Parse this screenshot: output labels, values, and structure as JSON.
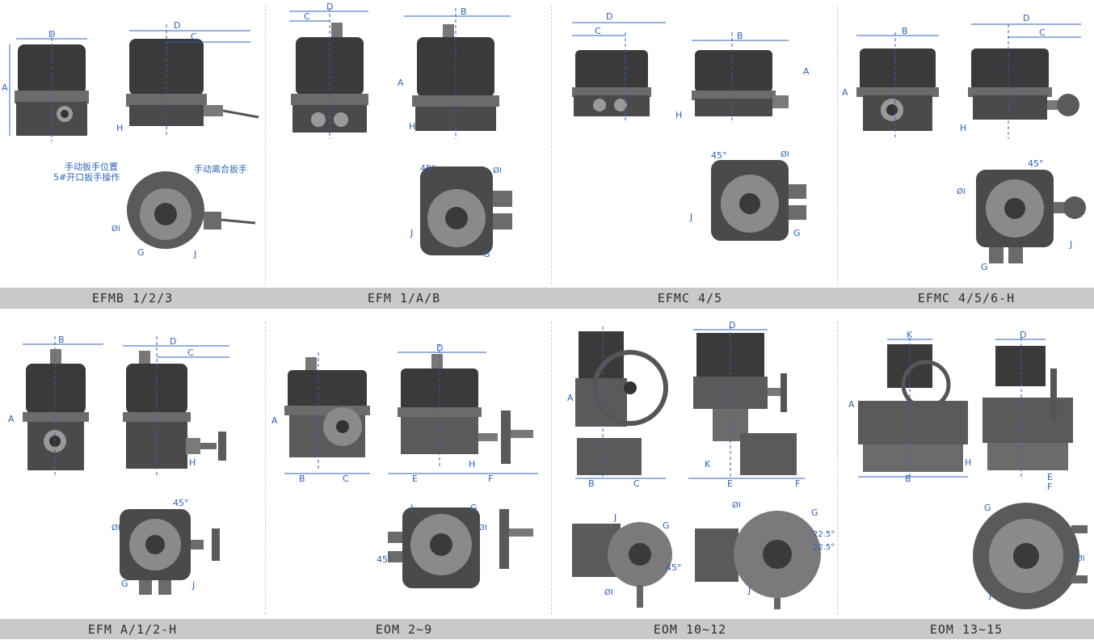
{
  "colors": {
    "dimension": "#2c63b9",
    "body_dark": "#3a3a3a",
    "body_mid": "#6b6b6b",
    "body_light": "#9a9a9a",
    "caption_bg": "#c9c9c9",
    "caption_text": "#2e2e2e"
  },
  "row1": {
    "models": [
      "EFMB 1/2/3",
      "EFM 1/A/B",
      "EFMC 4/5",
      "EFMC 4/5/6-H"
    ]
  },
  "row2": {
    "models": [
      "EFM A/1/2-H",
      "EOM 2~9",
      "EOM 10~12",
      "EOM 13~15"
    ]
  },
  "annotations": {
    "manual_wrench_pos": "手动扳手位置",
    "wrench_op": "5#开口扳手操作",
    "manual_clutch": "手动离合扳手"
  },
  "dims": {
    "A": "A",
    "B": "B",
    "C": "C",
    "D": "D",
    "E": "E",
    "F": "F",
    "G": "G",
    "H": "H",
    "J": "J",
    "K": "K",
    "phi": "ØI",
    "deg45": "45°",
    "deg225": "22.5°"
  }
}
